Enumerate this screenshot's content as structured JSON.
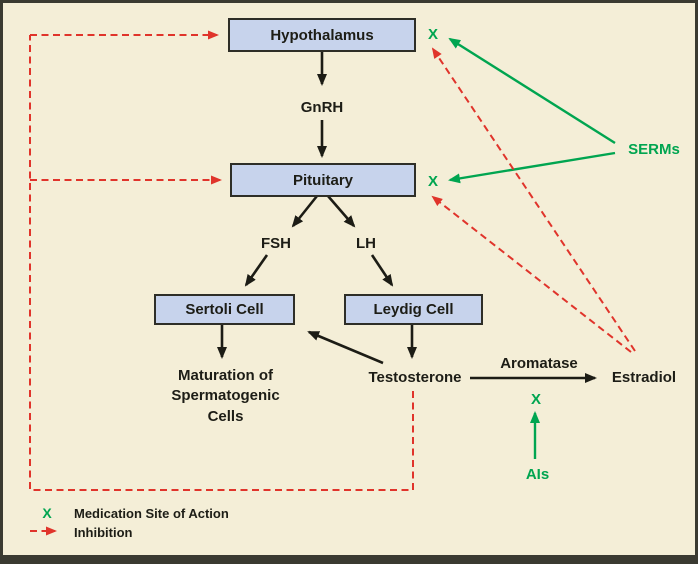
{
  "diagram": {
    "boxes": {
      "hypothalamus": "Hypothalamus",
      "pituitary": "Pituitary",
      "sertoli": "Sertoli Cell",
      "leydig": "Leydig Cell"
    },
    "labels": {
      "gnrh": "GnRH",
      "fsh": "FSH",
      "lh": "LH",
      "maturation": "Maturation of\nSpermatogenic\nCells",
      "testosterone": "Testosterone",
      "aromatase": "Aromatase",
      "estradiol": "Estradiol",
      "serms": "SERMs",
      "ais": "AIs",
      "x_mark": "X"
    },
    "legend": {
      "x_symbol": "X",
      "x_label": "Medication Site of Action",
      "inhibition_label": "Inhibition"
    },
    "colors": {
      "background": "#f4eed7",
      "box_fill": "#c7d3ec",
      "box_border": "#2e2e27",
      "arrow_black": "#1c1c15",
      "medication_green": "#00a550",
      "inhibition_red": "#e0342b",
      "text": "#1d1d16"
    }
  }
}
